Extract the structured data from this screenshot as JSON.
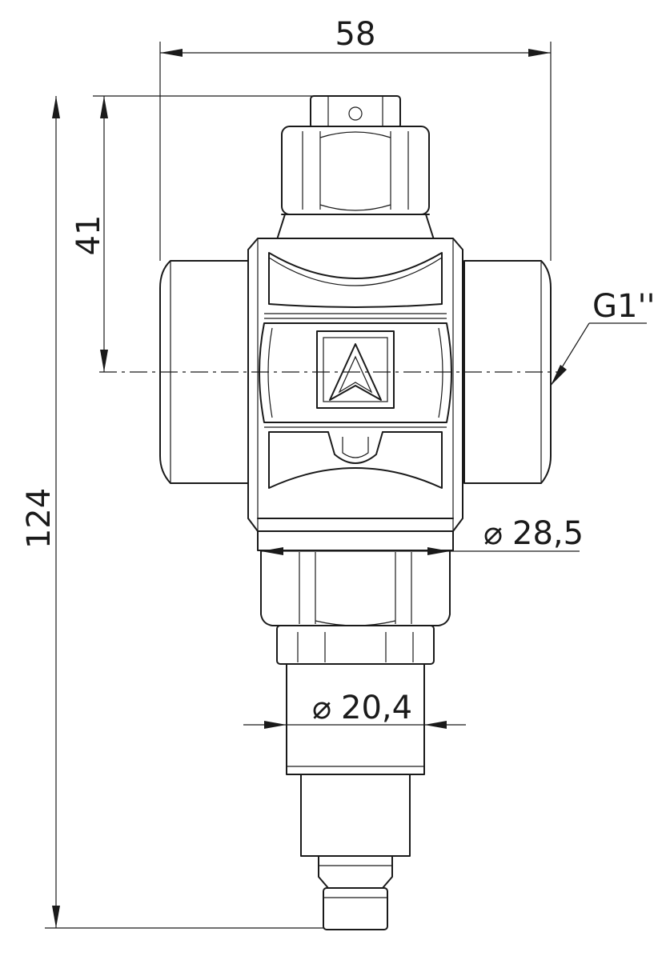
{
  "dimensions": {
    "overall_width": "58",
    "height_to_centerline": "41",
    "overall_height": "124",
    "thread": "G1''",
    "diameter_upper": "28,5",
    "diameter_lower": "20,4"
  },
  "symbols": {
    "diameter": "⌀"
  }
}
